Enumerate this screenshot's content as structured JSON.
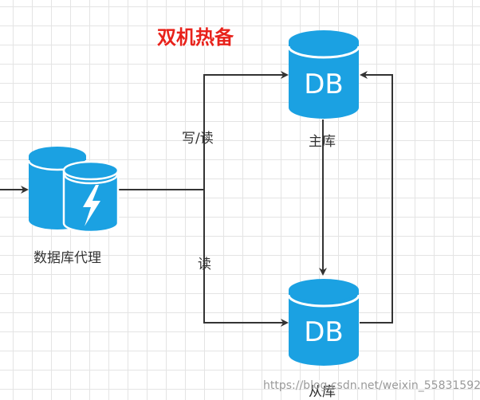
{
  "diagram": {
    "title": "双机热备",
    "proxy_label": "数据库代理",
    "master": {
      "text": "DB",
      "label": "主库"
    },
    "slave": {
      "text": "DB",
      "label": "从库"
    },
    "edge_labels": {
      "write_read": "写/读",
      "read": "读"
    },
    "colors": {
      "db_fill": "#1BA1E2",
      "db_rim": "#49B7EC",
      "arrow": "#333333",
      "title": "#E8221B"
    }
  },
  "watermark": "https://blog.csdn.net/weixin_55831592"
}
